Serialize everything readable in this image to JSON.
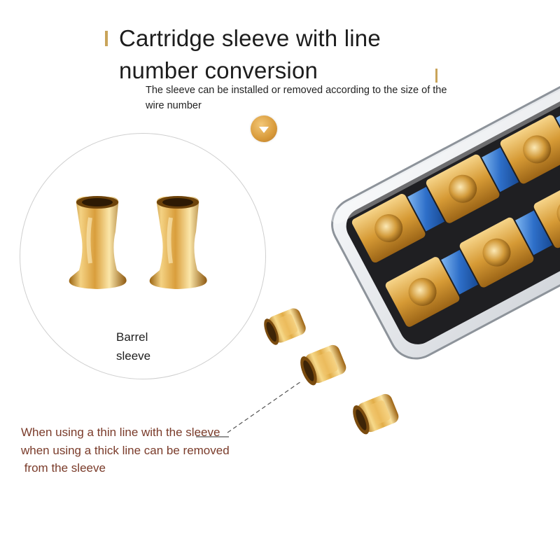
{
  "title_lines": [
    "Cartridge sleeve with line",
    "number conversion"
  ],
  "subtitle_lines": [
    "The sleeve can be installed or removed according to the size of the",
    "wire number"
  ],
  "barrel_label_lines": [
    "Barrel",
    "sleeve"
  ],
  "note_lines": [
    "When using a thin line with the sleeve",
    "when using a thick line can be removed",
    " from the sleeve"
  ],
  "icons": {
    "down_badge": "chevron-down-icon"
  },
  "colors": {
    "gold": "#d8a13f",
    "note_text": "#7a3b2a",
    "fuse_blue": "#2e6fc9"
  }
}
